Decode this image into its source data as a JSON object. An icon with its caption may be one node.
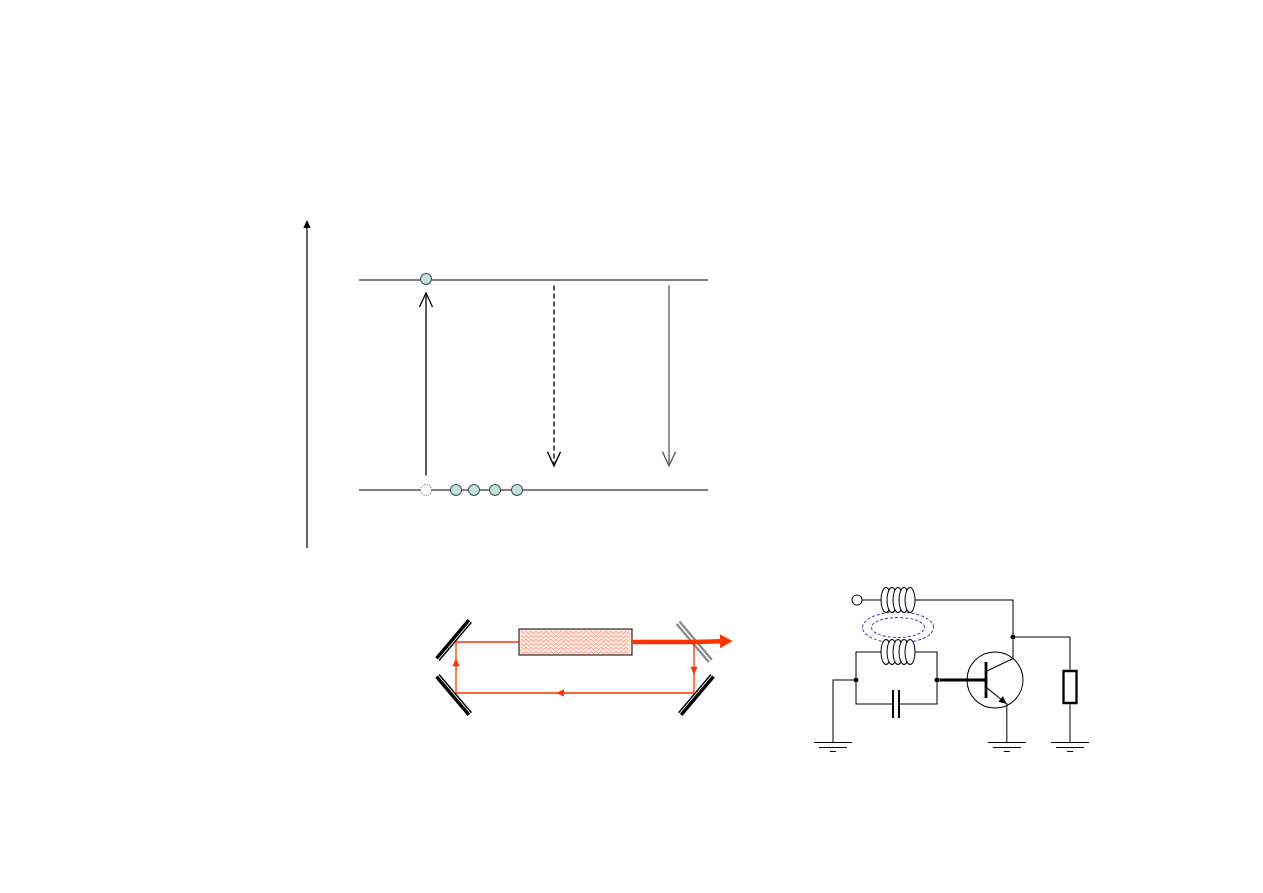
{
  "diagram": {
    "nodes": [
      {
        "text": [],
        "shape": "line"
      },
      {
        "text": [],
        "shape": "circle"
      },
      {
        "text": [],
        "shape": "line"
      },
      {
        "text": [],
        "shape": "circle"
      },
      {
        "text": [],
        "shape": "circle"
      },
      {
        "text": [],
        "shape": "circle"
      },
      {
        "text": [],
        "shape": "circle"
      },
      {
        "text": [],
        "shape": "circle"
      },
      {
        "text": [],
        "shape": "mirror"
      },
      {
        "text": [],
        "shape": "box"
      },
      {
        "text": [],
        "shape": "mirror"
      },
      {
        "text": [],
        "shape": "mirror"
      },
      {
        "text": [],
        "shape": "mirror"
      },
      {
        "text": [],
        "shape": "circle"
      },
      {
        "text": [],
        "shape": "coil"
      },
      {
        "text": [],
        "shape": "dot"
      },
      {
        "text": [],
        "shape": "coil"
      },
      {
        "text": [],
        "shape": "dot"
      },
      {
        "text": [],
        "shape": "dot"
      },
      {
        "text": [],
        "shape": "transistor"
      },
      {
        "text": [],
        "shape": "resistor"
      },
      {
        "text": [],
        "shape": "capacitor"
      },
      {
        "text": [],
        "shape": "ground"
      },
      {
        "text": [],
        "shape": "ground"
      },
      {
        "text": [],
        "shape": "ground"
      }
    ],
    "edges": [
      {
        "from": 3,
        "to": 1,
        "arrow": "to"
      },
      {
        "from": 0,
        "to": 2,
        "arrow": "to",
        "style": "dashed"
      },
      {
        "from": 0,
        "to": 2,
        "arrow": "to",
        "color": "#595959"
      },
      {
        "from": 8,
        "to": 9,
        "arrow": "none",
        "color": "#ff3300"
      },
      {
        "from": 9,
        "to": 10,
        "arrow": "none",
        "style": "thick",
        "color": "#ff3300"
      },
      {
        "from": 10,
        "to": null,
        "arrow": "to",
        "style": "thick",
        "color": "#ff3300"
      },
      {
        "from": 10,
        "to": 12,
        "arrow": "to",
        "color": "#ff3300"
      },
      {
        "from": 12,
        "to": 11,
        "arrow": "to",
        "color": "#ff3300"
      },
      {
        "from": 11,
        "to": 8,
        "arrow": "to",
        "color": "#ff3300"
      },
      {
        "from": 13,
        "to": 14,
        "arrow": "none"
      },
      {
        "from": 14,
        "to": 15,
        "arrow": "none"
      },
      {
        "from": 15,
        "to": 19,
        "arrow": "none"
      },
      {
        "from": 15,
        "to": 20,
        "arrow": "none"
      },
      {
        "from": 20,
        "to": 24,
        "arrow": "none"
      },
      {
        "from": 19,
        "to": 23,
        "arrow": "none"
      },
      {
        "from": 17,
        "to": 16,
        "arrow": "none"
      },
      {
        "from": 16,
        "to": 18,
        "arrow": "none"
      },
      {
        "from": 17,
        "to": 21,
        "arrow": "none"
      },
      {
        "from": 21,
        "to": 18,
        "arrow": "none"
      },
      {
        "from": 18,
        "to": 19,
        "arrow": "none",
        "style": "thick"
      },
      {
        "from": 17,
        "to": 22,
        "arrow": "none"
      }
    ]
  }
}
